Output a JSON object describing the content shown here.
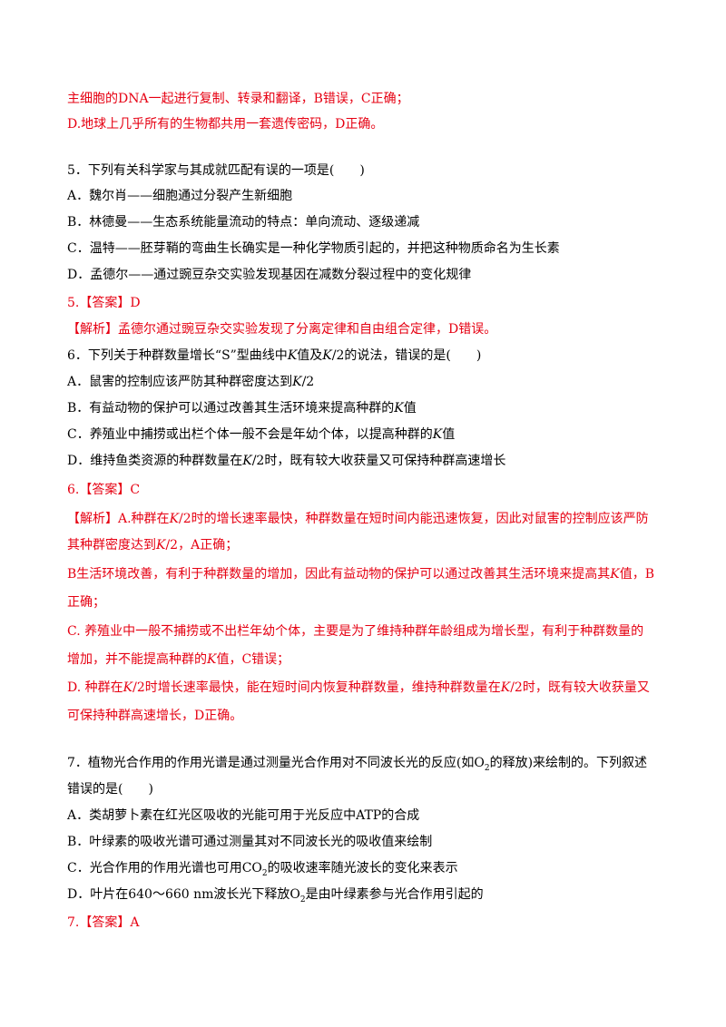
{
  "prev": {
    "line1": "主细胞的DNA一起进行复制、转录和翻译，B错误，C正确；",
    "line2": "D.地球上几乎所有的生物都共用一套遗传密码，D正确。"
  },
  "q5": {
    "stem": "5．下列有关科学家与其成就匹配有误的一项是(　　)",
    "options": [
      "A．魏尔肖——细胞通过分裂产生新细胞",
      "B．林德曼——生态系统能量流动的特点：单向流动、逐级递减",
      "C．温特——胚芽鞘的弯曲生长确实是一种化学物质引起的，并把这种物质命名为生长素",
      "D．孟德尔——通过豌豆杂交实验发现基因在减数分裂过程中的变化规律"
    ],
    "answer": "5.【答案】D",
    "analysis_tag": "【解析】",
    "analysis": "孟德尔通过豌豆杂交实验发现了分离定律和自由组合定律，D错误。"
  },
  "q6": {
    "stem_a": "6．下列关于种群数量增长“S”型曲线中",
    "k": "K",
    "stem_b": "值及",
    "k2": "K",
    "stem_c": "/2的说法，错误的是(　　)",
    "optA_a": "A．鼠害的控制应该严防其种群密度达到",
    "optA_k": "K",
    "optA_b": "/2",
    "optB_a": "B．有益动物的保护可以通过改善其生活环境来提高种群的",
    "optB_k": "K",
    "optB_b": "值",
    "optC_a": "C．养殖业中捕捞或出栏个体一般不会是年幼个体，以提高种群的",
    "optC_k": "K",
    "optC_b": "值",
    "optD_a": "D．维持鱼类资源的种群数量在",
    "optD_k": "K",
    "optD_b": "/2时，既有较大收获量又可保持种群高速增长",
    "answer": "6.【答案】C",
    "an1_tag": "【解析】",
    "an1_a": "A.种群在",
    "an1_k": "K",
    "an1_b": "/2时的增长速率最快，种群数量在短时间内能迅速恢复，因此对鼠害的控制应该严防",
    "an2_a": "其种群密度达到",
    "an2_k": "K",
    "an2_b": "/2，A正确；",
    "an3_a": "B生活环境改善，有利于种群数量的增加，因此有益动物的保护可以通过改善其生活环境来提高其",
    "an3_k": "K",
    "an3_b": "值，B",
    "an4": "正确；",
    "an5": "C. 养殖业中一般不捕捞或不出栏年幼个体，主要是为了维持种群年龄组成为增长型，有利于种群数量的",
    "an6_a": "增加，并不能提高种群的",
    "an6_k": "K",
    "an6_b": "值，C错误；",
    "an7_a": "D. 种群在",
    "an7_k": "K",
    "an7_b": "/2时增长速率最快，能在短时间内恢复种群数量，维持种群数量在",
    "an7_k2": "K",
    "an7_c": "/2时，既有较大收获量又",
    "an8": "可保持种群高速增长，D正确。"
  },
  "q7": {
    "stem1_a": "7．植物光合作用的作用光谱是通过测量光合作用对不同波长光的反应(如O",
    "stem1_sub": "2",
    "stem1_b": "的释放)来绘制的。下列叙述",
    "stem2": "错误的是(　　)",
    "optA": "A．类胡萝卜素在红光区吸收的光能可用于光反应中ATP的合成",
    "optB": "B．叶绿素的吸收光谱可通过测量其对不同波长光的吸收值来绘制",
    "optC_a": "C．光合作用的作用光谱也可用CO",
    "optC_sub": "2",
    "optC_b": "的吸收速率随光波长的变化来表示",
    "optD_a": "D．叶片在640～660 nm波长光下释放O",
    "optD_sub": "2",
    "optD_b": "是由叶绿素参与光合作用引起的",
    "answer": "7.【答案】A"
  },
  "colors": {
    "answer_red": "#e60012",
    "text": "#000000"
  }
}
